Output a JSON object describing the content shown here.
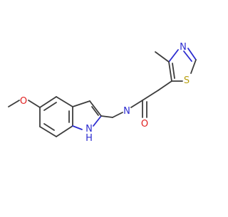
{
  "molecule": {
    "atoms": {
      "methoxy_o": {
        "label": "O",
        "color": "#e02020"
      },
      "amide_n": {
        "label": "N",
        "color": "#2c2cd0"
      },
      "carbonyl_o": {
        "label": "O",
        "color": "#e02020"
      },
      "indole_n": {
        "label": "N",
        "color": "#2c2cd0"
      },
      "indole_h": {
        "label": "H",
        "color": "#2c2cd0"
      },
      "thiazole_n": {
        "label": "N",
        "color": "#2c2cd0"
      },
      "thiazole_s": {
        "label": "S",
        "color": "#b8a010"
      }
    },
    "bond_color": "#3c3c3c"
  }
}
